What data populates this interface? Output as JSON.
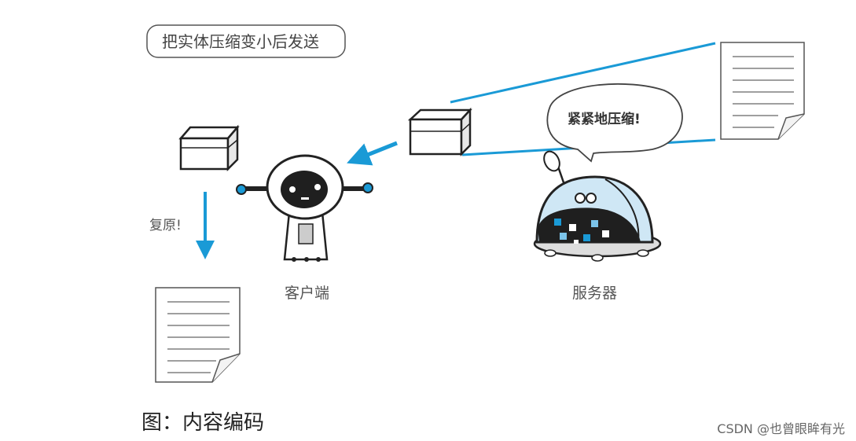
{
  "diagram": {
    "header_label": "把实体压缩变小后发送",
    "restore_label": "复原!",
    "client_label": "客户端",
    "server_label": "服务器",
    "speech_bubble": "紧紧地压缩!",
    "accent_color": "#1a9ad6"
  },
  "caption": "图：内容编码",
  "watermark": "CSDN @也曾眼眸有光"
}
